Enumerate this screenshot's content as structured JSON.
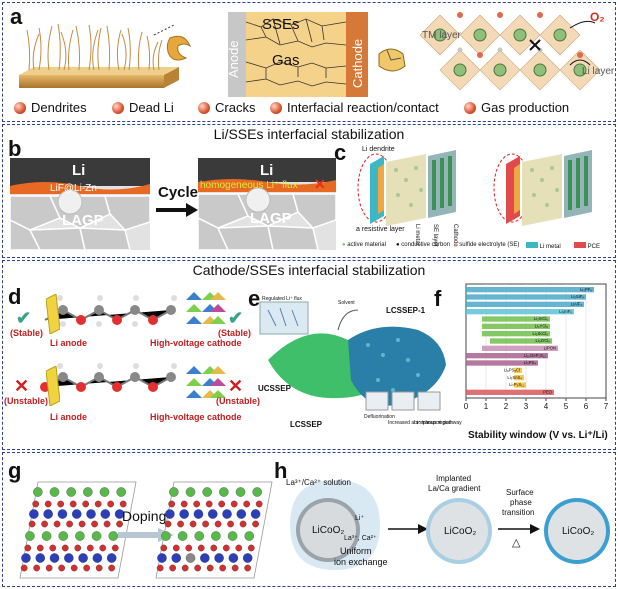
{
  "panels": {
    "a": "a",
    "b": "b",
    "c": "c",
    "d": "d",
    "e": "e",
    "f": "f",
    "g": "g",
    "h": "h"
  },
  "section_titles": {
    "li": "Li/SSEs interfacial stabilization",
    "cathode": "Cathode/SSEs interfacial stabilization"
  },
  "a": {
    "sses": "SSEs",
    "anode": "Anode",
    "cathode": "Cathode",
    "gas": "Gas",
    "tm_layer": "TM layer",
    "li_layer": "Li layer",
    "o2": "O₂",
    "legend": [
      "Dendrites",
      "Dead Li",
      "Cracks",
      "Interfacial reaction/contact",
      "Gas production"
    ]
  },
  "b": {
    "li": "Li",
    "lif": "LiF@Li-Zn",
    "lagp": "LAGP",
    "cycle": "Cycle",
    "homogeneous": "homogeneous Li⁺ flux",
    "li2": "Li",
    "lagp2": "LAGP"
  },
  "c": {
    "dendrite": "Li dendrite",
    "resistive": "a resistive layer",
    "li_metal": "Li metal",
    "se_layer": "SE layer",
    "cathode": "Cathode",
    "legend": [
      "active material",
      "conductive carbon",
      "sulfide electrolyte (SE)",
      "Li metal",
      "PCE"
    ]
  },
  "d": {
    "stable": "(Stable)",
    "unstable": "(Unstable)",
    "li_anode": "Li anode",
    "hv_cathode": "High-voltage cathode"
  },
  "e": {
    "lcssep1": "LCSSEP-1",
    "ucssep": "UCSSEP",
    "lcssep": "LCSSEP",
    "regulated": "Regulated Li⁺ flux",
    "solvent": "Solvent",
    "bottom": [
      "Defluorination",
      "Increased amorphous region",
      "Li⁺ transport pathway"
    ]
  },
  "f": {
    "xlabel": "Stability window (V vs. Li⁺/Li)",
    "ticks": [
      "0",
      "1",
      "2",
      "3",
      "4",
      "5",
      "6",
      "7"
    ],
    "labels": [
      "Li₂PF₆",
      "Li₂SiF₆",
      "LiAlF₄",
      "Li₃InF₆",
      "Li₃InCl₆",
      "Li₃YCl₆",
      "Li₃ScCl₆",
      "Li₂ZrCl₆",
      "LiPON",
      "Li₁₀GeP₂S₁₂",
      "Li₃PS₄",
      "Li₆PS₅Cl",
      "Li₃SnS₄",
      "Li₇P₃S₁₁",
      "PEO"
    ]
  },
  "g": {
    "doping": "Doping"
  },
  "h": {
    "solution": "La³⁺/Ca²⁺ solution",
    "licoo2": "LiCoO₂",
    "li": "Li⁺",
    "laca": "La³⁺, Ca²⁺",
    "uniform": "Uniform",
    "ion": "ion exchange",
    "implanted": "Implanted",
    "gradient": "La/Ca gradient",
    "surface": "Surface",
    "phase": "phase",
    "transition": "transition",
    "delta": "△"
  },
  "chart_data": {
    "type": "bar",
    "xlabel": "Stability window (V vs. Li⁺/Li)",
    "xlim": [
      0,
      7
    ],
    "series": [
      {
        "name": "Li₂PF₆",
        "range": [
          0.0,
          6.4
        ],
        "color": "#4aa8c9"
      },
      {
        "name": "Li₂SiF₆",
        "range": [
          0.0,
          6.0
        ],
        "color": "#4aa8c9"
      },
      {
        "name": "LiAlF₄",
        "range": [
          0.0,
          5.9
        ],
        "color": "#4aa8c9"
      },
      {
        "name": "Li₃InF₆",
        "range": [
          0.0,
          5.4
        ],
        "color": "#5cc2d6"
      },
      {
        "name": "Li₃InCl₆",
        "range": [
          0.8,
          4.2
        ],
        "color": "#6fbf4a"
      },
      {
        "name": "Li₃YCl₆",
        "range": [
          0.8,
          4.2
        ],
        "color": "#6fbf4a"
      },
      {
        "name": "Li₃ScCl₆",
        "range": [
          0.8,
          4.2
        ],
        "color": "#6fbf4a"
      },
      {
        "name": "Li₂ZrCl₆",
        "range": [
          1.2,
          4.3
        ],
        "color": "#6fbf4a"
      },
      {
        "name": "LiPON",
        "range": [
          0.8,
          4.6
        ],
        "color": "#c98fb1"
      },
      {
        "name": "Li₁₀GeP₂S₁₂",
        "range": [
          0.0,
          4.1
        ],
        "color": "#a8628f"
      },
      {
        "name": "Li₃PS₄",
        "range": [
          0.0,
          3.6
        ],
        "color": "#a8628f"
      },
      {
        "name": "Li₆PS₅Cl",
        "range": [
          2.4,
          2.8
        ],
        "color": "#f3c13a"
      },
      {
        "name": "Li₃SnS₄",
        "range": [
          2.4,
          2.9
        ],
        "color": "#f3c13a"
      },
      {
        "name": "Li₇P₃S₁₁",
        "range": [
          2.4,
          3.0
        ],
        "color": "#f3c13a"
      },
      {
        "name": "PEO",
        "range": [
          0.0,
          4.4
        ],
        "color": "#d8585a"
      }
    ]
  }
}
